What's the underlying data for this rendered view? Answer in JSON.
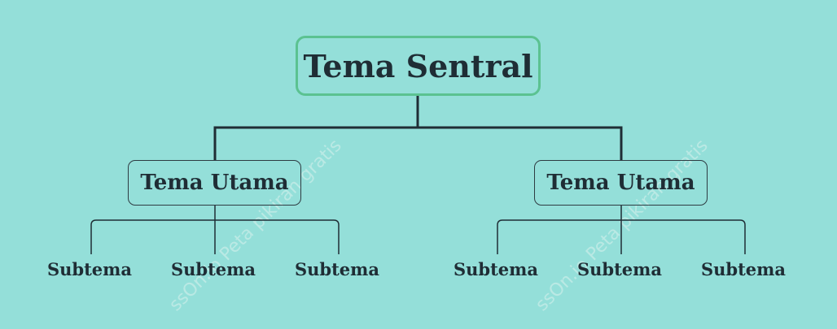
{
  "diagram": {
    "central": "Tema Sentral",
    "main_topics": [
      {
        "label": "Tema Utama",
        "subtopics": [
          "Subtema",
          "Subtema",
          "Subtema"
        ]
      },
      {
        "label": "Tema Utama",
        "subtopics": [
          "Subtema",
          "Subtema",
          "Subtema"
        ]
      }
    ]
  },
  "watermark": "ssOn.io Peta pikiran gratis",
  "colors": {
    "background": "#94DFD9",
    "central_border": "#5BC291",
    "text": "#1F2D35",
    "line": "#1F2D35"
  }
}
